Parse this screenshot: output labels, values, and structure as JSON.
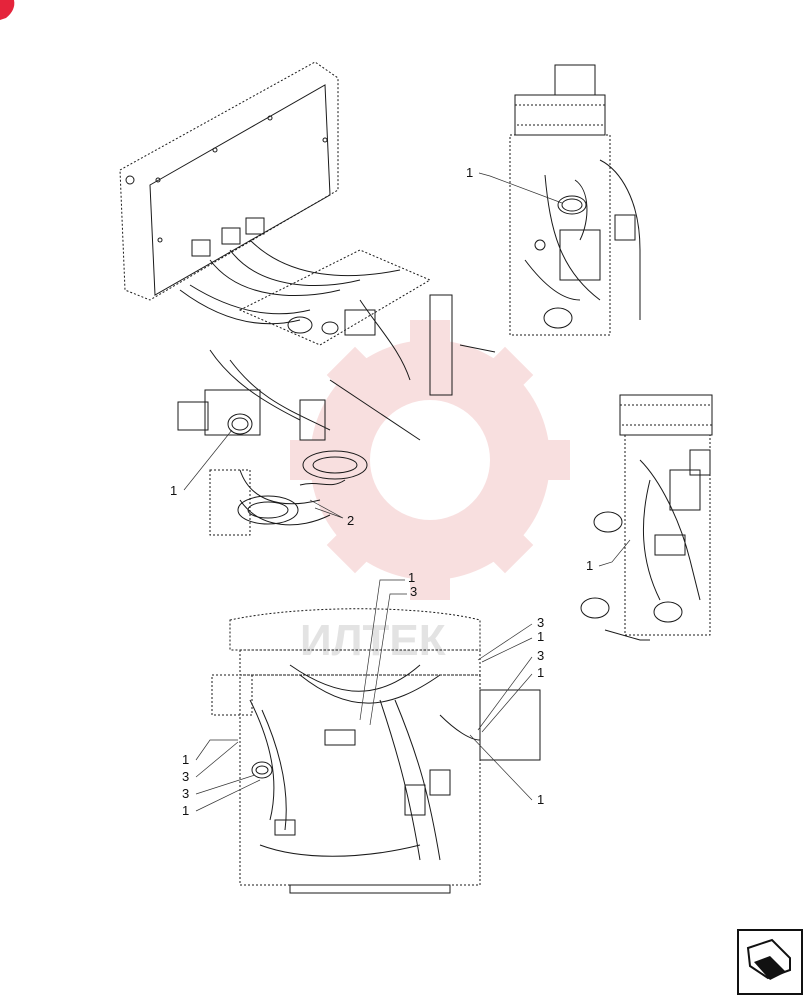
{
  "watermark": {
    "text": "ИЛТЕК",
    "color": "#f3c6c6"
  },
  "callouts": {
    "a": "1",
    "b": "1",
    "c": "2",
    "d": "1",
    "e": "1",
    "f": "3",
    "g": "3",
    "h": "1",
    "i": "3",
    "j": "1",
    "k": "1",
    "l": "1",
    "m": "3",
    "n": "3",
    "o": "1"
  },
  "nav_icon": "next-page-arrow-icon"
}
